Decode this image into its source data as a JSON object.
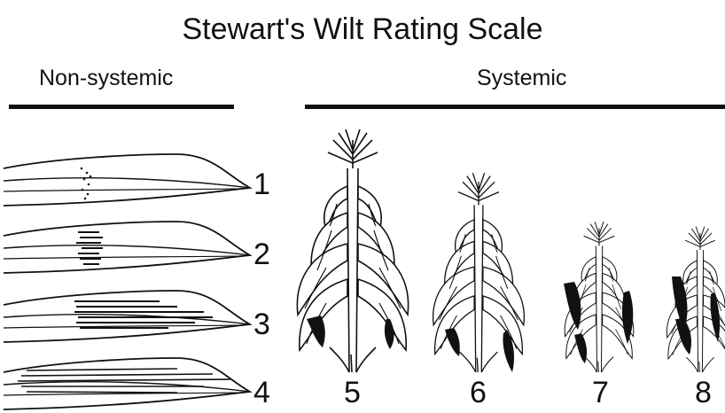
{
  "title": "Stewart's Wilt Rating Scale",
  "sections": {
    "nonsystemic": "Non-systemic",
    "systemic": "Systemic"
  },
  "ratings": {
    "leaf": [
      "1",
      "2",
      "3",
      "4"
    ],
    "plant": [
      "5",
      "6",
      "7",
      "8"
    ]
  }
}
